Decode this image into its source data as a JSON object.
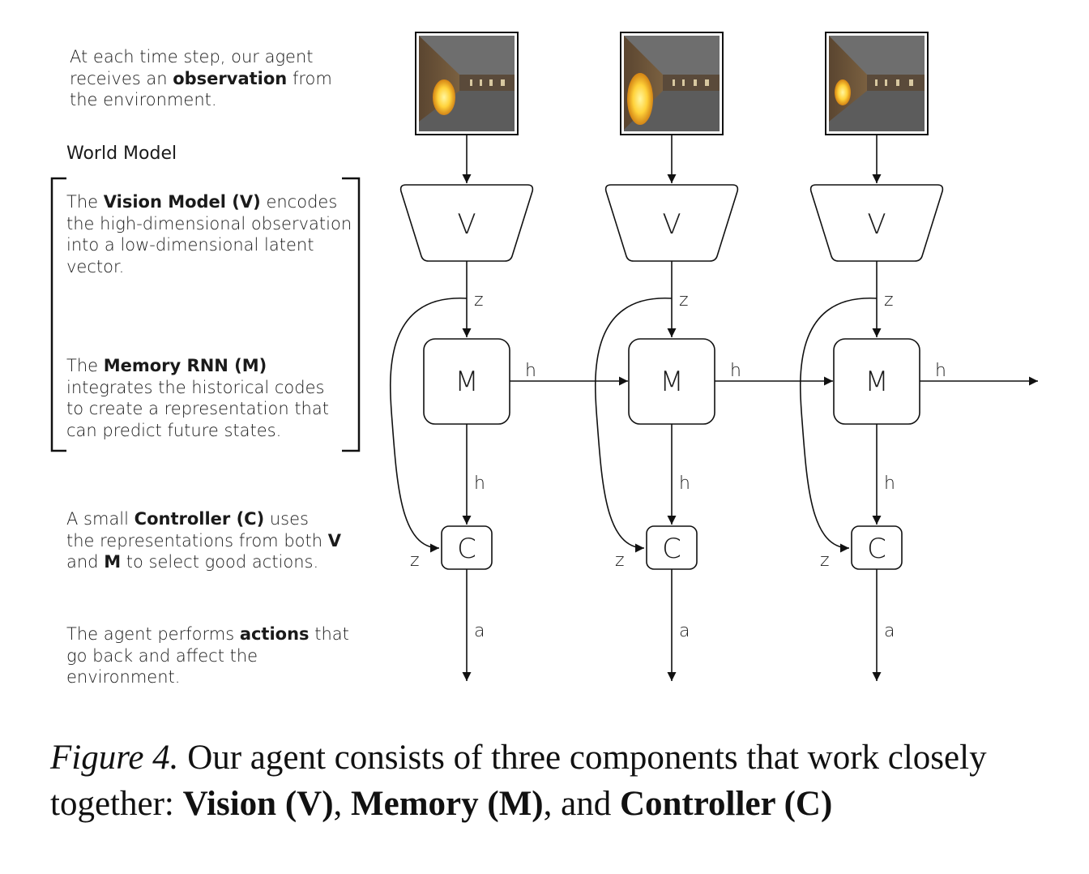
{
  "annotations": {
    "observation": {
      "before": "At each time step, our agent receives an ",
      "bold": "observation",
      "after": " from the environment."
    },
    "world_model_title": "World Model",
    "vision": {
      "before": "The ",
      "bold": "Vision Model (V)",
      "after": " encodes the high-dimensional observation into a low-dimensional latent vector."
    },
    "memory": {
      "before": "The ",
      "bold": "Memory RNN (M)",
      "after": " integrates the historical codes to create a representation that can predict future states."
    },
    "controller": {
      "p1": "A small ",
      "b1": "Controller (C)",
      "p2": " uses the representations from both ",
      "b2": "V",
      "p3": " and ",
      "b3": "M",
      "p4": " to select good actions."
    },
    "actions": {
      "before": "The agent performs ",
      "bold": "actions",
      "after": " that go back and affect the environment."
    }
  },
  "diagram": {
    "vision_label": "V",
    "memory_label": "M",
    "controller_label": "C",
    "latent_label": "z",
    "hidden_label": "h",
    "action_label": "a",
    "frames": 3
  },
  "caption": {
    "prefix": "Figure 4.",
    "text1": " Our agent consists of three components that work closely together: ",
    "vision": "Vision (V)",
    "sep1": ", ",
    "memory": "Memory (M)",
    "sep2": ", and ",
    "controller": "Controller (C)"
  }
}
